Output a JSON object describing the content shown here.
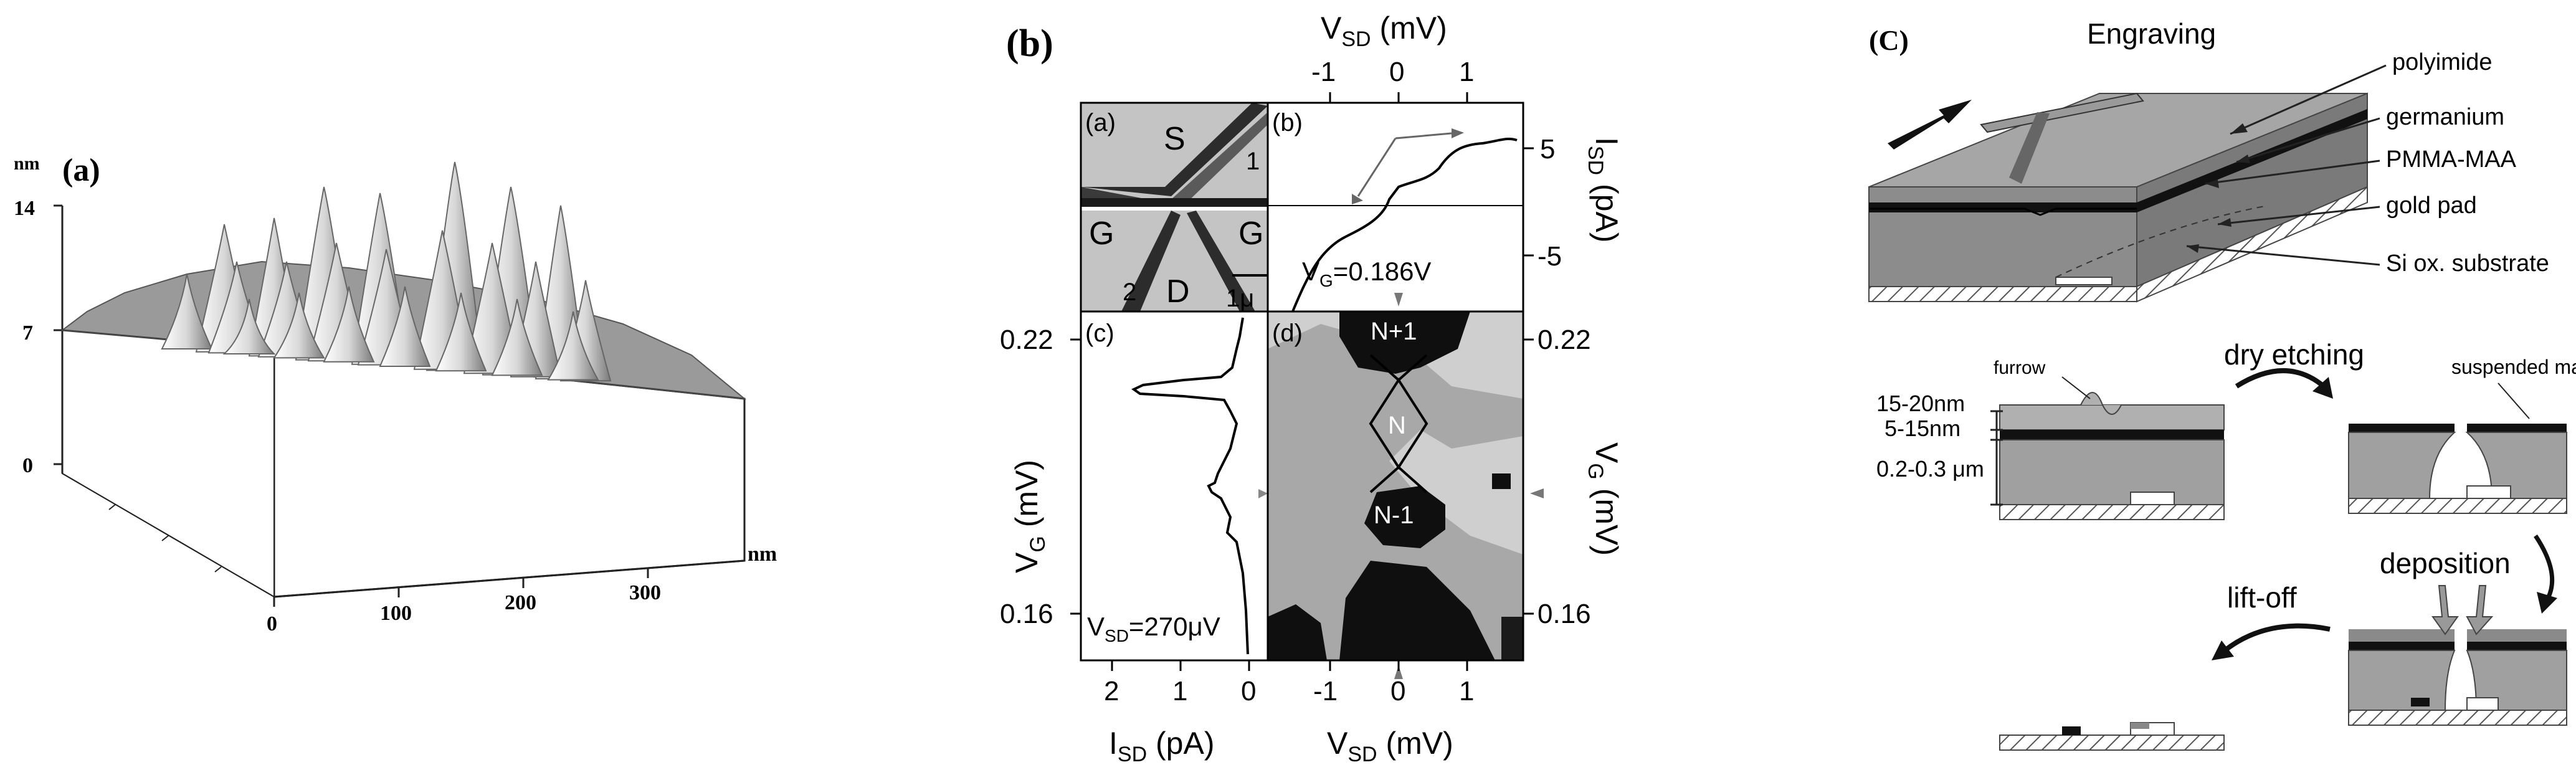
{
  "panel_a": {
    "label": "(a)",
    "z_unit": "nm",
    "z_ticks": [
      "14",
      "7",
      "0"
    ],
    "x_unit": "nm",
    "x_ticks": [
      "0",
      "100",
      "200",
      "300"
    ]
  },
  "panel_b": {
    "label": "(b)",
    "top_axis": {
      "label": "V",
      "sub": "SD",
      "unit": " (mV)",
      "ticks": [
        "-1",
        "0",
        "1"
      ]
    },
    "right_top_axis": {
      "label": "I",
      "sub": "SD",
      "unit": " (pA)",
      "ticks": [
        "5",
        "-5"
      ]
    },
    "left_axis": {
      "label": "V",
      "sub": "G",
      "unit": " (mV)",
      "ticks": [
        "0.22",
        "0.16"
      ]
    },
    "right_bottom_axis": {
      "label": "V",
      "sub": "G",
      "unit": " (mV)",
      "ticks": [
        "0.22",
        "0.16"
      ]
    },
    "bottom_left_axis": {
      "label": "I",
      "sub": "SD",
      "unit": " (pA)",
      "ticks": [
        "2",
        "1",
        "0"
      ]
    },
    "bottom_right_axis": {
      "label": "V",
      "sub": "SD",
      "unit": " (mV)",
      "ticks": [
        "-1",
        "0",
        "1"
      ]
    },
    "sub_a": {
      "label": "(a)",
      "S": "S",
      "G1": "G",
      "G2": "G",
      "D": "D",
      "n1": "1",
      "n2": "2",
      "scale": "1μ"
    },
    "sub_b": {
      "label": "(b)",
      "note_prefix": "V",
      "note_sub": "G",
      "note_value": "=0.186V"
    },
    "sub_c": {
      "label": "(c)",
      "note_prefix": "V",
      "note_sub": "SD",
      "note_value": "=270μV"
    },
    "sub_d": {
      "label": "(d)",
      "states": [
        "N+1",
        "N",
        "N-1"
      ]
    }
  },
  "panel_c": {
    "label": "(C)",
    "title": "Engraving",
    "layers": [
      "polyimide",
      "germanium",
      "PMMA-MAA",
      "gold pad",
      "Si ox. substrate"
    ],
    "furrow": "furrow",
    "dims": [
      "15-20nm",
      "5-15nm",
      "0.2-0.3 μm"
    ],
    "step_dry_etching": "dry etching",
    "suspended_mask": "suspended mask",
    "step_deposition": "deposition",
    "step_liftoff": "lift-off"
  }
}
